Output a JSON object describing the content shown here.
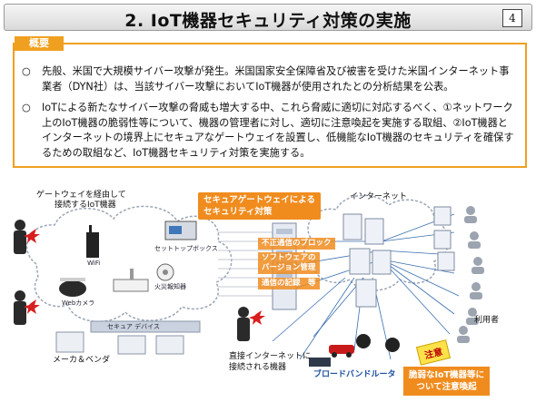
{
  "title": "2. IoT機器セキュリティ対策の実施",
  "page_number": "4",
  "summary": {
    "tab_label": "概要",
    "bullet_mark": "○",
    "bullet1": "先般、米国で大規模サイバー攻撃が発生。米国国家安全保障省及び被害を受けた米国インターネット事業者（DYN社）は、当該サイバー攻撃においてIoT機器が使用されたとの分析結果を公表。",
    "bullet2": "IoTによる新たなサイバー攻撃の脅威も増大する中、これら脅威に適切に対応するべく、①ネットワーク上のIoT機器の脆弱性等について、機器の管理者に対し、適切に注意喚起を実施する取組、②IoT機器とインターネットの境界上にセキュアなゲートウェイを設置し、低機能なIoT機器のセキュリティを確保するための取組など、IoT機器セキュリティ対策を実施する。"
  },
  "diagram": {
    "gateway_devices_label_1": "ゲートウェイを経由して",
    "gateway_devices_label_2": "接続するIoT機器",
    "secure_gateway_title_1": "セキュアゲートウェイによる",
    "secure_gateway_title_2": "セキュリティ対策",
    "internet_label": "インターネット",
    "stb_label": "セットトップボックス",
    "wifi_label": "WiFi",
    "webcam_label": "Webカメラ",
    "fire_alarm_label": "火災報知器",
    "secure_device_label": "セキュア デバイス",
    "maker_vendor_label": "メーカ＆ベンダ",
    "feature_1": "不正通信のブロック",
    "feature_2_line1": "ソフトウェアの",
    "feature_2_line2": "バージョン管理",
    "feature_3": "通信の記録　等",
    "direct_label_1": "直接インターネットに",
    "direct_label_2": "接続される機器",
    "router_label": "ブロードバンドルータ",
    "users_label": "利用者",
    "caution_sign": "注意",
    "notice_line1": "脆弱なIoT機器等に",
    "notice_line2": "ついて注意喚起"
  },
  "colors": {
    "accent_orange": "#f08c1e",
    "summary_border": "#f0a020",
    "line_blue": "#3a6fb0",
    "cloud_fill": "#ffffff",
    "attacker": "#2a2a2a",
    "attack_red": "#d81e1e"
  }
}
